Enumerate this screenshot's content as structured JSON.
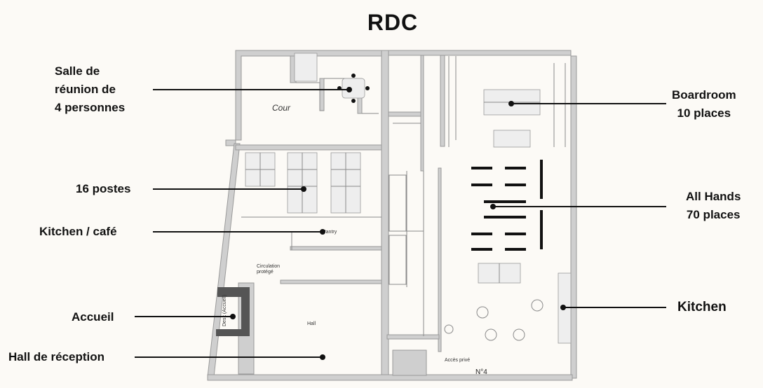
{
  "title": "RDC",
  "labels": {
    "meeting_room": [
      "Salle de",
      "réunion de",
      "4 personnes"
    ],
    "workstations": "16 postes",
    "kitchen_cafe": "Kitchen / café",
    "reception_desk": "Accueil",
    "reception_hall": "Hall de réception",
    "boardroom": [
      "Boardroom",
      "10  places"
    ],
    "all_hands": [
      "All Hands",
      "70 places"
    ],
    "kitchen": "Kitchen"
  },
  "plan_text": {
    "courtyard": "Cour",
    "circulation": [
      "Circulation",
      "protégé"
    ],
    "hall": "Hall",
    "desk": "Desk (Accueil)",
    "private_access": "Accès privé",
    "street_number": "N°4",
    "pantry": "Pantry"
  }
}
